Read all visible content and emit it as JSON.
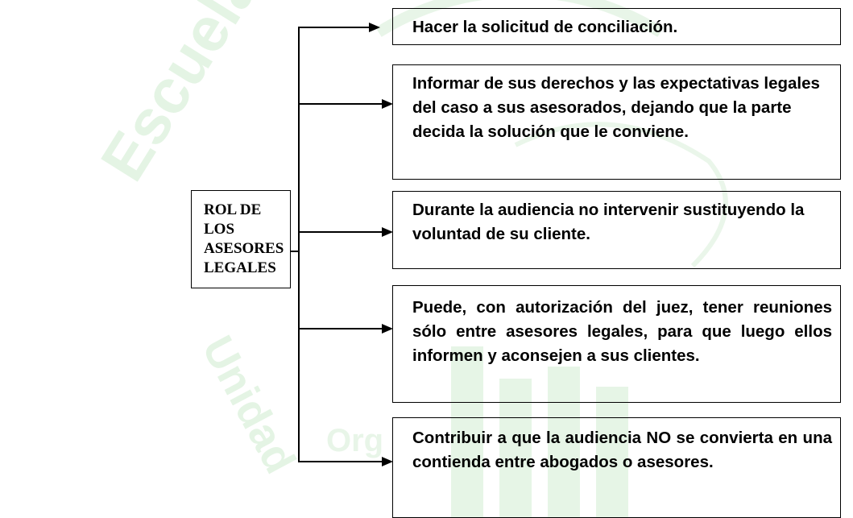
{
  "root": {
    "lines": [
      "ROL DE LOS",
      "ASESORES",
      "LEGALES"
    ]
  },
  "items": [
    {
      "text": "Hacer la solicitud de conciliación."
    },
    {
      "text": "Informar de sus derechos y las expectativas legales del caso a sus asesorados, dejando que la parte decida la solución que le conviene."
    },
    {
      "text": "Durante la audiencia no intervenir sustituyendo la voluntad de su cliente."
    },
    {
      "text": "Puede, con autorización del juez, tener reuniones sólo entre asesores legales, para que luego ellos informen y aconsejen a sus clientes."
    },
    {
      "text": "Contribuir a que la audiencia NO se convierta en  una contienda entre abogados o asesores."
    }
  ],
  "watermark": {
    "text_top": "Escuela",
    "text_left": "Unidad",
    "text_bottom": "Org",
    "color": "#e6f5e6"
  }
}
